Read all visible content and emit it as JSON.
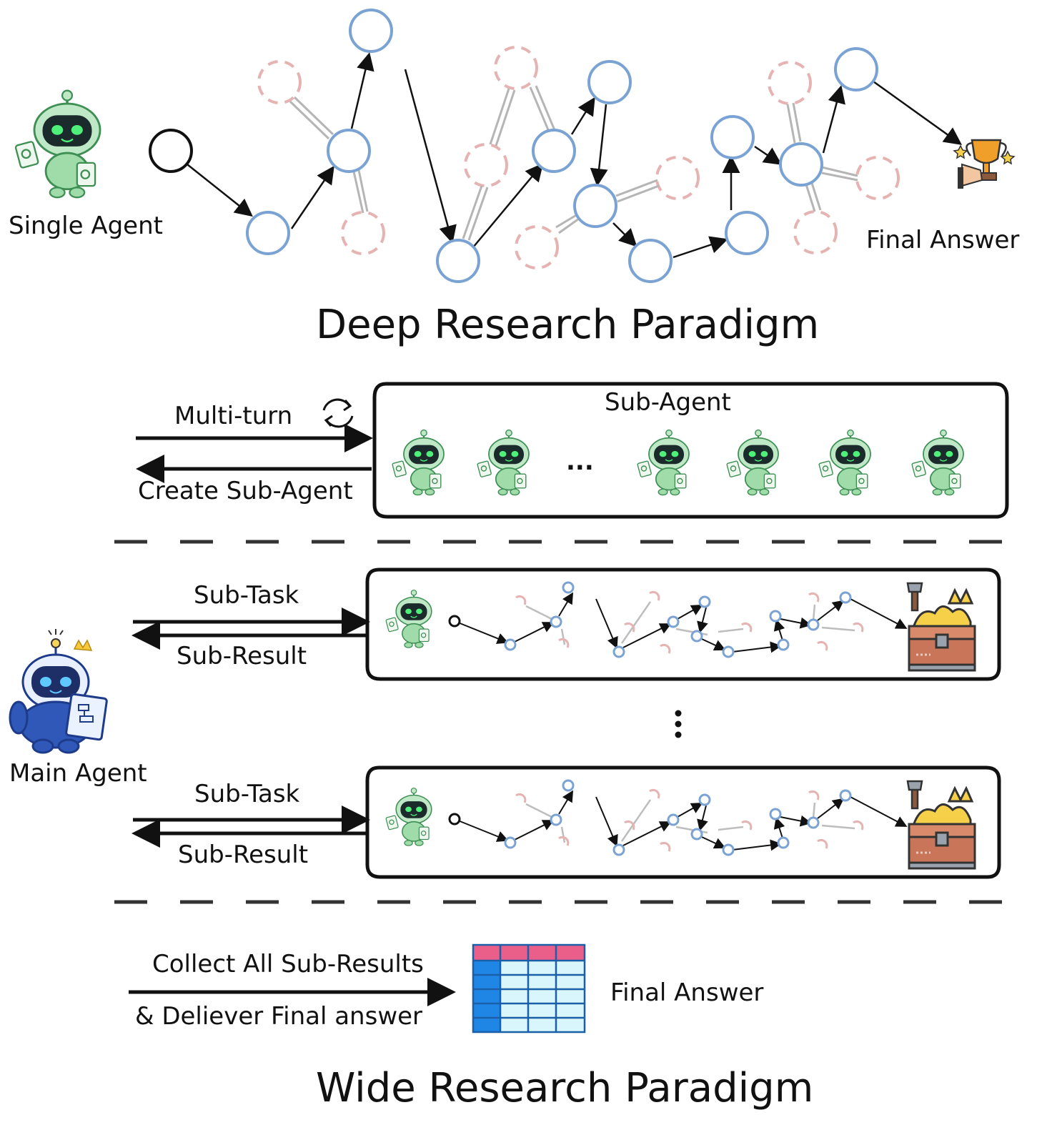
{
  "deep": {
    "single_agent_label": "Single Agent",
    "final_answer_label": "Final Answer",
    "title": "Deep Research Paradigm"
  },
  "wide": {
    "multi_turn_label": "Multi-turn",
    "create_sub_agent_label": "Create Sub-Agent",
    "sub_agent_label": "Sub-Agent",
    "ellipsis": "...",
    "sub_task_label": "Sub-Task",
    "sub_result_label": "Sub-Result",
    "main_agent_label": "Main Agent",
    "collect_label": "Collect All Sub-Results",
    "deliver_label": "& Deliever Final answer",
    "final_answer_label": "Final Answer",
    "title": "Wide Research Paradigm"
  },
  "colors": {
    "node_blue": "#7aa3d4",
    "node_dead": "#e6b3b3",
    "agent_green": "#7fcf8f",
    "agent_blue": "#2f58b8",
    "table_header": "#ea5f8a",
    "table_side": "#1f86e6",
    "table_cell": "#d8f6fb"
  }
}
